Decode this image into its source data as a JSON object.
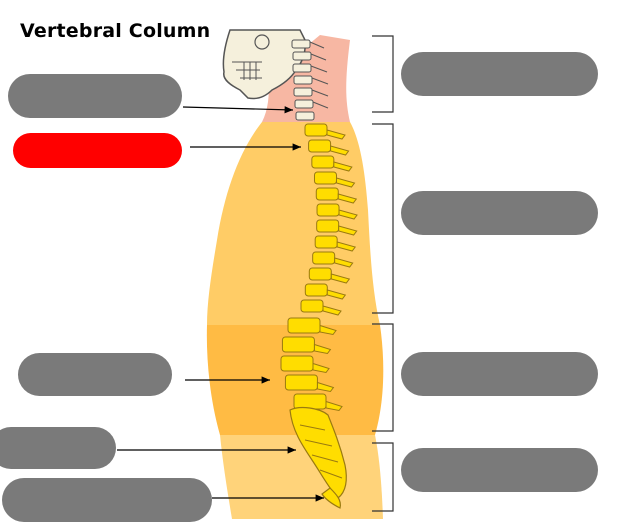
{
  "title": "Vertebral Column",
  "colors": {
    "label_box": "#7a7a7a",
    "label_box_active": "#ff0000",
    "skin_neck": "#f7b7a3",
    "skin_upper": "#ffcc66",
    "skin_lower": "#ffbb44",
    "skin_pelvis": "#ffd37a",
    "bone": "#ffdd00",
    "bone_outline": "#9a7a10",
    "skull": "#f5f0dc",
    "arrow": "#000000",
    "bracket": "#333333"
  },
  "left_labels": [
    {
      "id": "cervical-label",
      "text": "",
      "state": "blank"
    },
    {
      "id": "thoracic-label",
      "text": "",
      "state": "active"
    },
    {
      "id": "lumbar-label",
      "text": "",
      "state": "blank"
    },
    {
      "id": "sacrum-label",
      "text": "",
      "state": "blank"
    },
    {
      "id": "coccyx-label",
      "text": "",
      "state": "blank"
    }
  ],
  "right_labels": [
    {
      "id": "cervical-region-label",
      "text": ""
    },
    {
      "id": "thoracic-region-label",
      "text": ""
    },
    {
      "id": "lumbar-region-label",
      "text": ""
    },
    {
      "id": "pelvic-region-label",
      "text": ""
    }
  ]
}
